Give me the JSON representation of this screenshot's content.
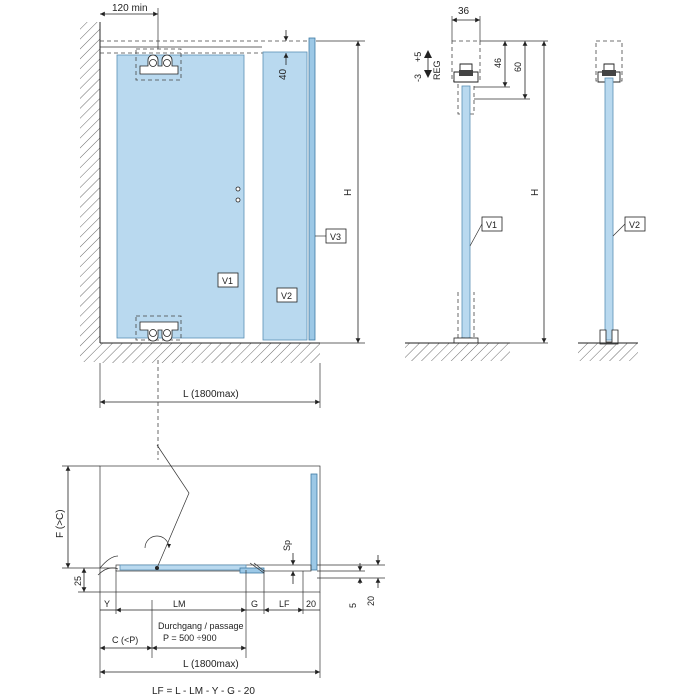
{
  "front_view": {
    "dim_top_gap": "120 min",
    "dim_rail_height": "40",
    "dim_height": "H",
    "dim_width": "L (1800max)",
    "label_v1": "V1",
    "label_v2": "V2",
    "label_v3": "V3"
  },
  "side_view_v1": {
    "dim_width": "36",
    "dim_reg_plus": "+5",
    "dim_reg_minus": "-3",
    "dim_reg_label": "REG",
    "dim_46": "46",
    "dim_60": "60",
    "dim_height": "H",
    "label_v1": "V1"
  },
  "side_view_v2": {
    "label_v2": "V2"
  },
  "plan_view": {
    "dim_depth": "F (>C)",
    "dim_25": "25",
    "dim_sp": "Sp",
    "dim_y": "Y",
    "dim_lm": "LM",
    "dim_g": "G",
    "dim_lf": "LF",
    "dim_20a": "20",
    "dim_5": "5",
    "dim_20b": "20",
    "passage_label": "Durchgang / passage",
    "passage_value": "P = 500 ÷900",
    "dim_c": "C  (<P)",
    "dim_width": "L (1800max)",
    "formula": "LF = L  - LM - Y - G - 20"
  },
  "colors": {
    "glass": "#b9d9ef",
    "glass_edge": "#5a8fb5",
    "line": "#222222"
  }
}
